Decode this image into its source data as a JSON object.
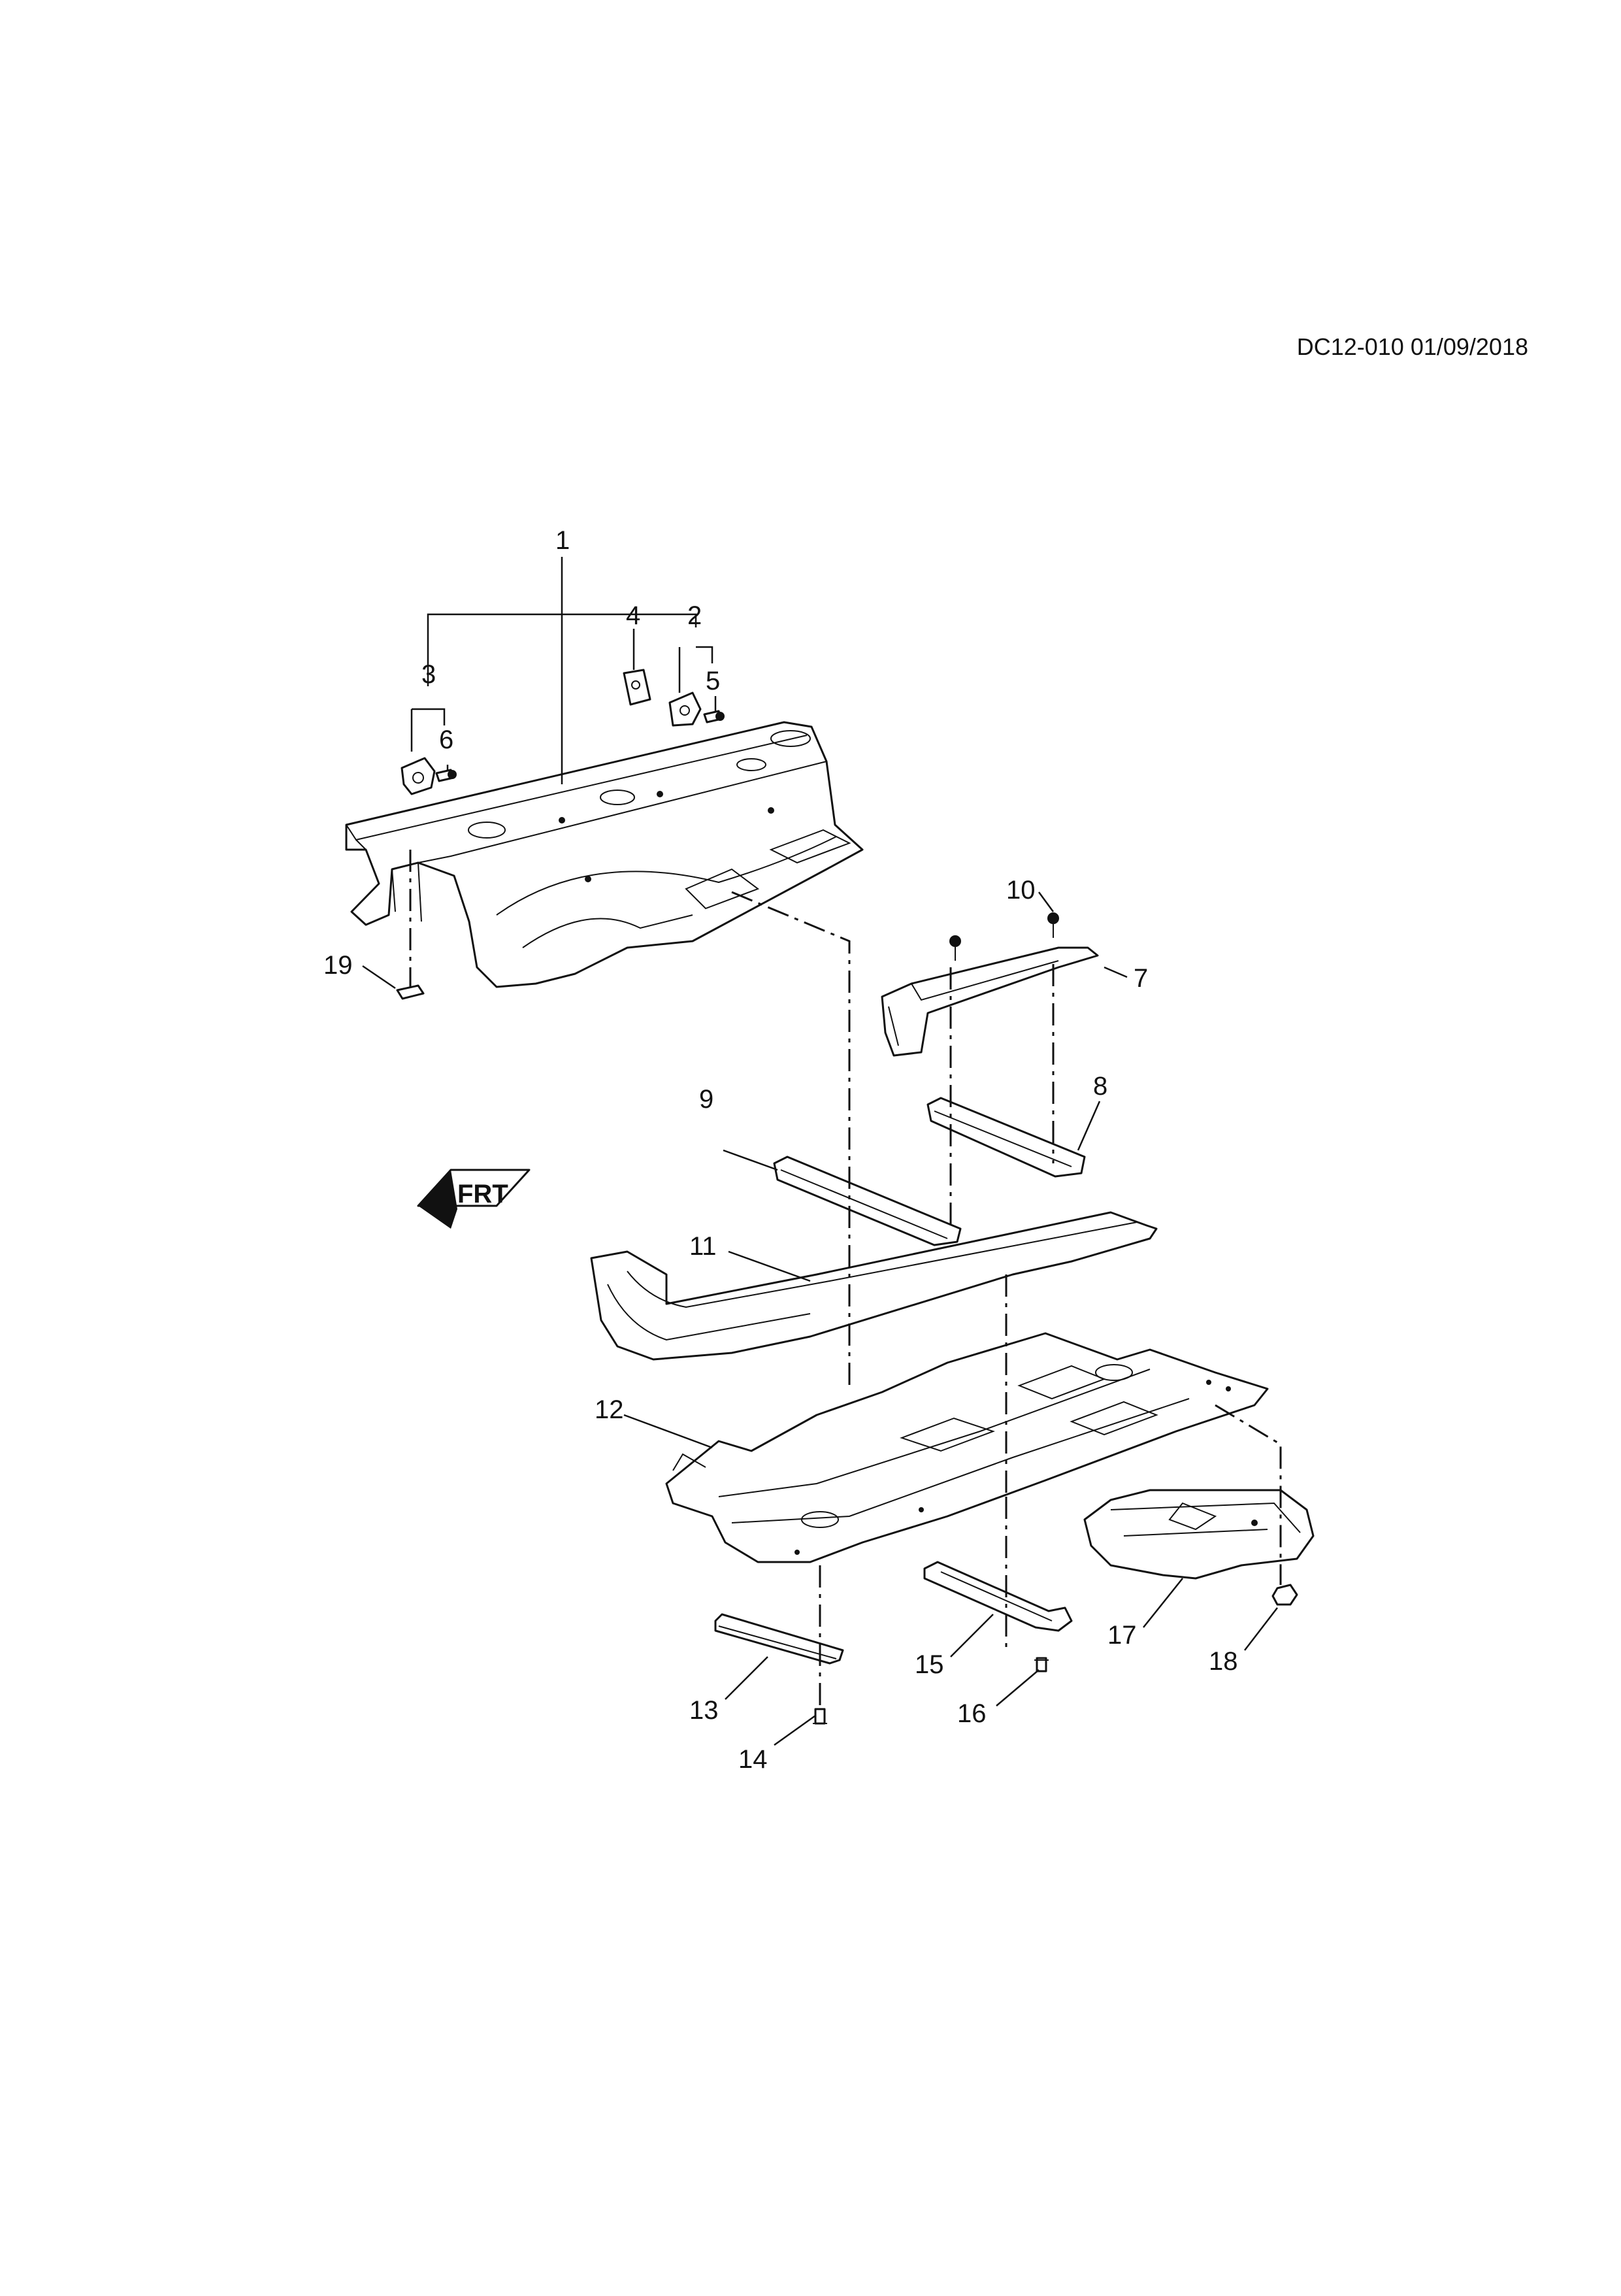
{
  "document": {
    "code": "DC12-010 01/09/2018"
  },
  "direction_indicator": {
    "text": "FRT"
  },
  "callouts": [
    {
      "id": "1",
      "label": "1"
    },
    {
      "id": "2",
      "label": "2"
    },
    {
      "id": "3",
      "label": "3"
    },
    {
      "id": "4",
      "label": "4"
    },
    {
      "id": "5",
      "label": "5"
    },
    {
      "id": "6",
      "label": "6"
    },
    {
      "id": "7",
      "label": "7"
    },
    {
      "id": "8",
      "label": "8"
    },
    {
      "id": "9",
      "label": "9"
    },
    {
      "id": "10",
      "label": "10"
    },
    {
      "id": "11",
      "label": "11"
    },
    {
      "id": "12",
      "label": "12"
    },
    {
      "id": "13",
      "label": "13"
    },
    {
      "id": "14",
      "label": "14"
    },
    {
      "id": "15",
      "label": "15"
    },
    {
      "id": "16",
      "label": "16"
    },
    {
      "id": "17",
      "label": "17"
    },
    {
      "id": "18",
      "label": "18"
    },
    {
      "id": "19",
      "label": "19"
    }
  ]
}
